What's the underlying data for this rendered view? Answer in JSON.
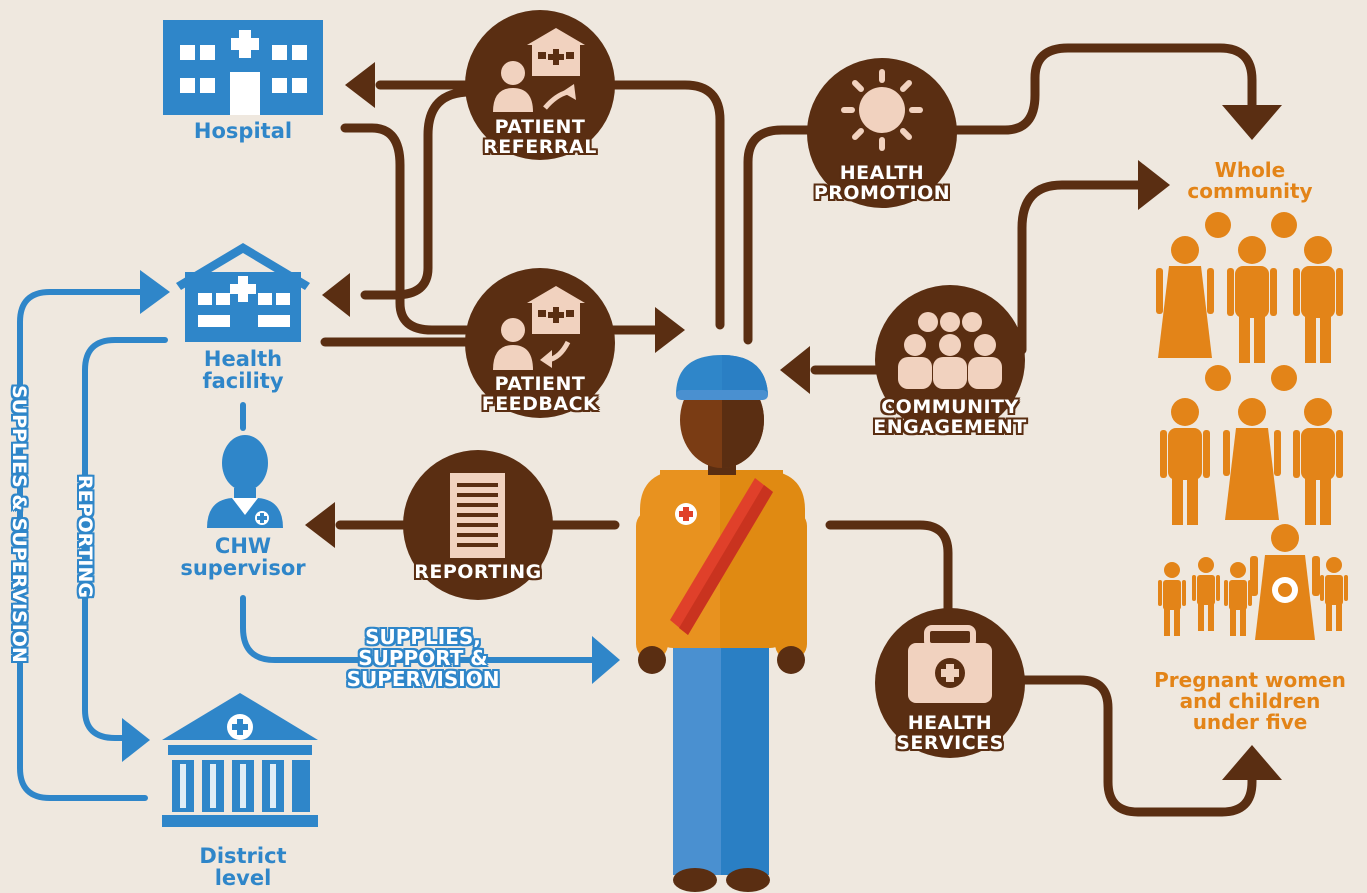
{
  "colors": {
    "background": "#efe8df",
    "brown": "#5a2e12",
    "blue": "#2f86c9",
    "orange": "#e38418",
    "icon_fill": "#f1d2bf"
  },
  "levels": {
    "hospital": "Hospital",
    "health_facility": [
      "Health",
      "facility"
    ],
    "chw_supervisor": [
      "CHW",
      "supervisor"
    ],
    "district_level": [
      "District",
      "level"
    ]
  },
  "services": {
    "patient_referral": [
      "PATIENT",
      "REFERRAL"
    ],
    "patient_feedback": [
      "PATIENT",
      "FEEDBACK"
    ],
    "reporting": "REPORTING",
    "health_promotion": [
      "HEALTH",
      "PROMOTION"
    ],
    "community_engagement": [
      "COMMUNITY",
      "ENGAGEMENT"
    ],
    "health_services": [
      "HEALTH",
      "SERVICES"
    ]
  },
  "support": {
    "supplies_support": [
      "SUPPLIES,",
      "SUPPORT &",
      "SUPERVISION"
    ],
    "vertical_supplies": "SUPPLIES & SUPERVISION",
    "vertical_reporting": "REPORTING"
  },
  "community": {
    "whole": [
      "Whole",
      "community"
    ],
    "pregnant": [
      "Pregnant women",
      "and children",
      "under five"
    ]
  },
  "icons": [
    "hospital-icon",
    "health-facility-icon",
    "chw-supervisor-icon",
    "district-building-icon",
    "patient-referral-icon",
    "patient-feedback-icon",
    "reporting-document-icon",
    "sun-icon",
    "community-group-icon",
    "first-aid-kit-icon",
    "community-health-worker-figure",
    "people-group-icon"
  ]
}
